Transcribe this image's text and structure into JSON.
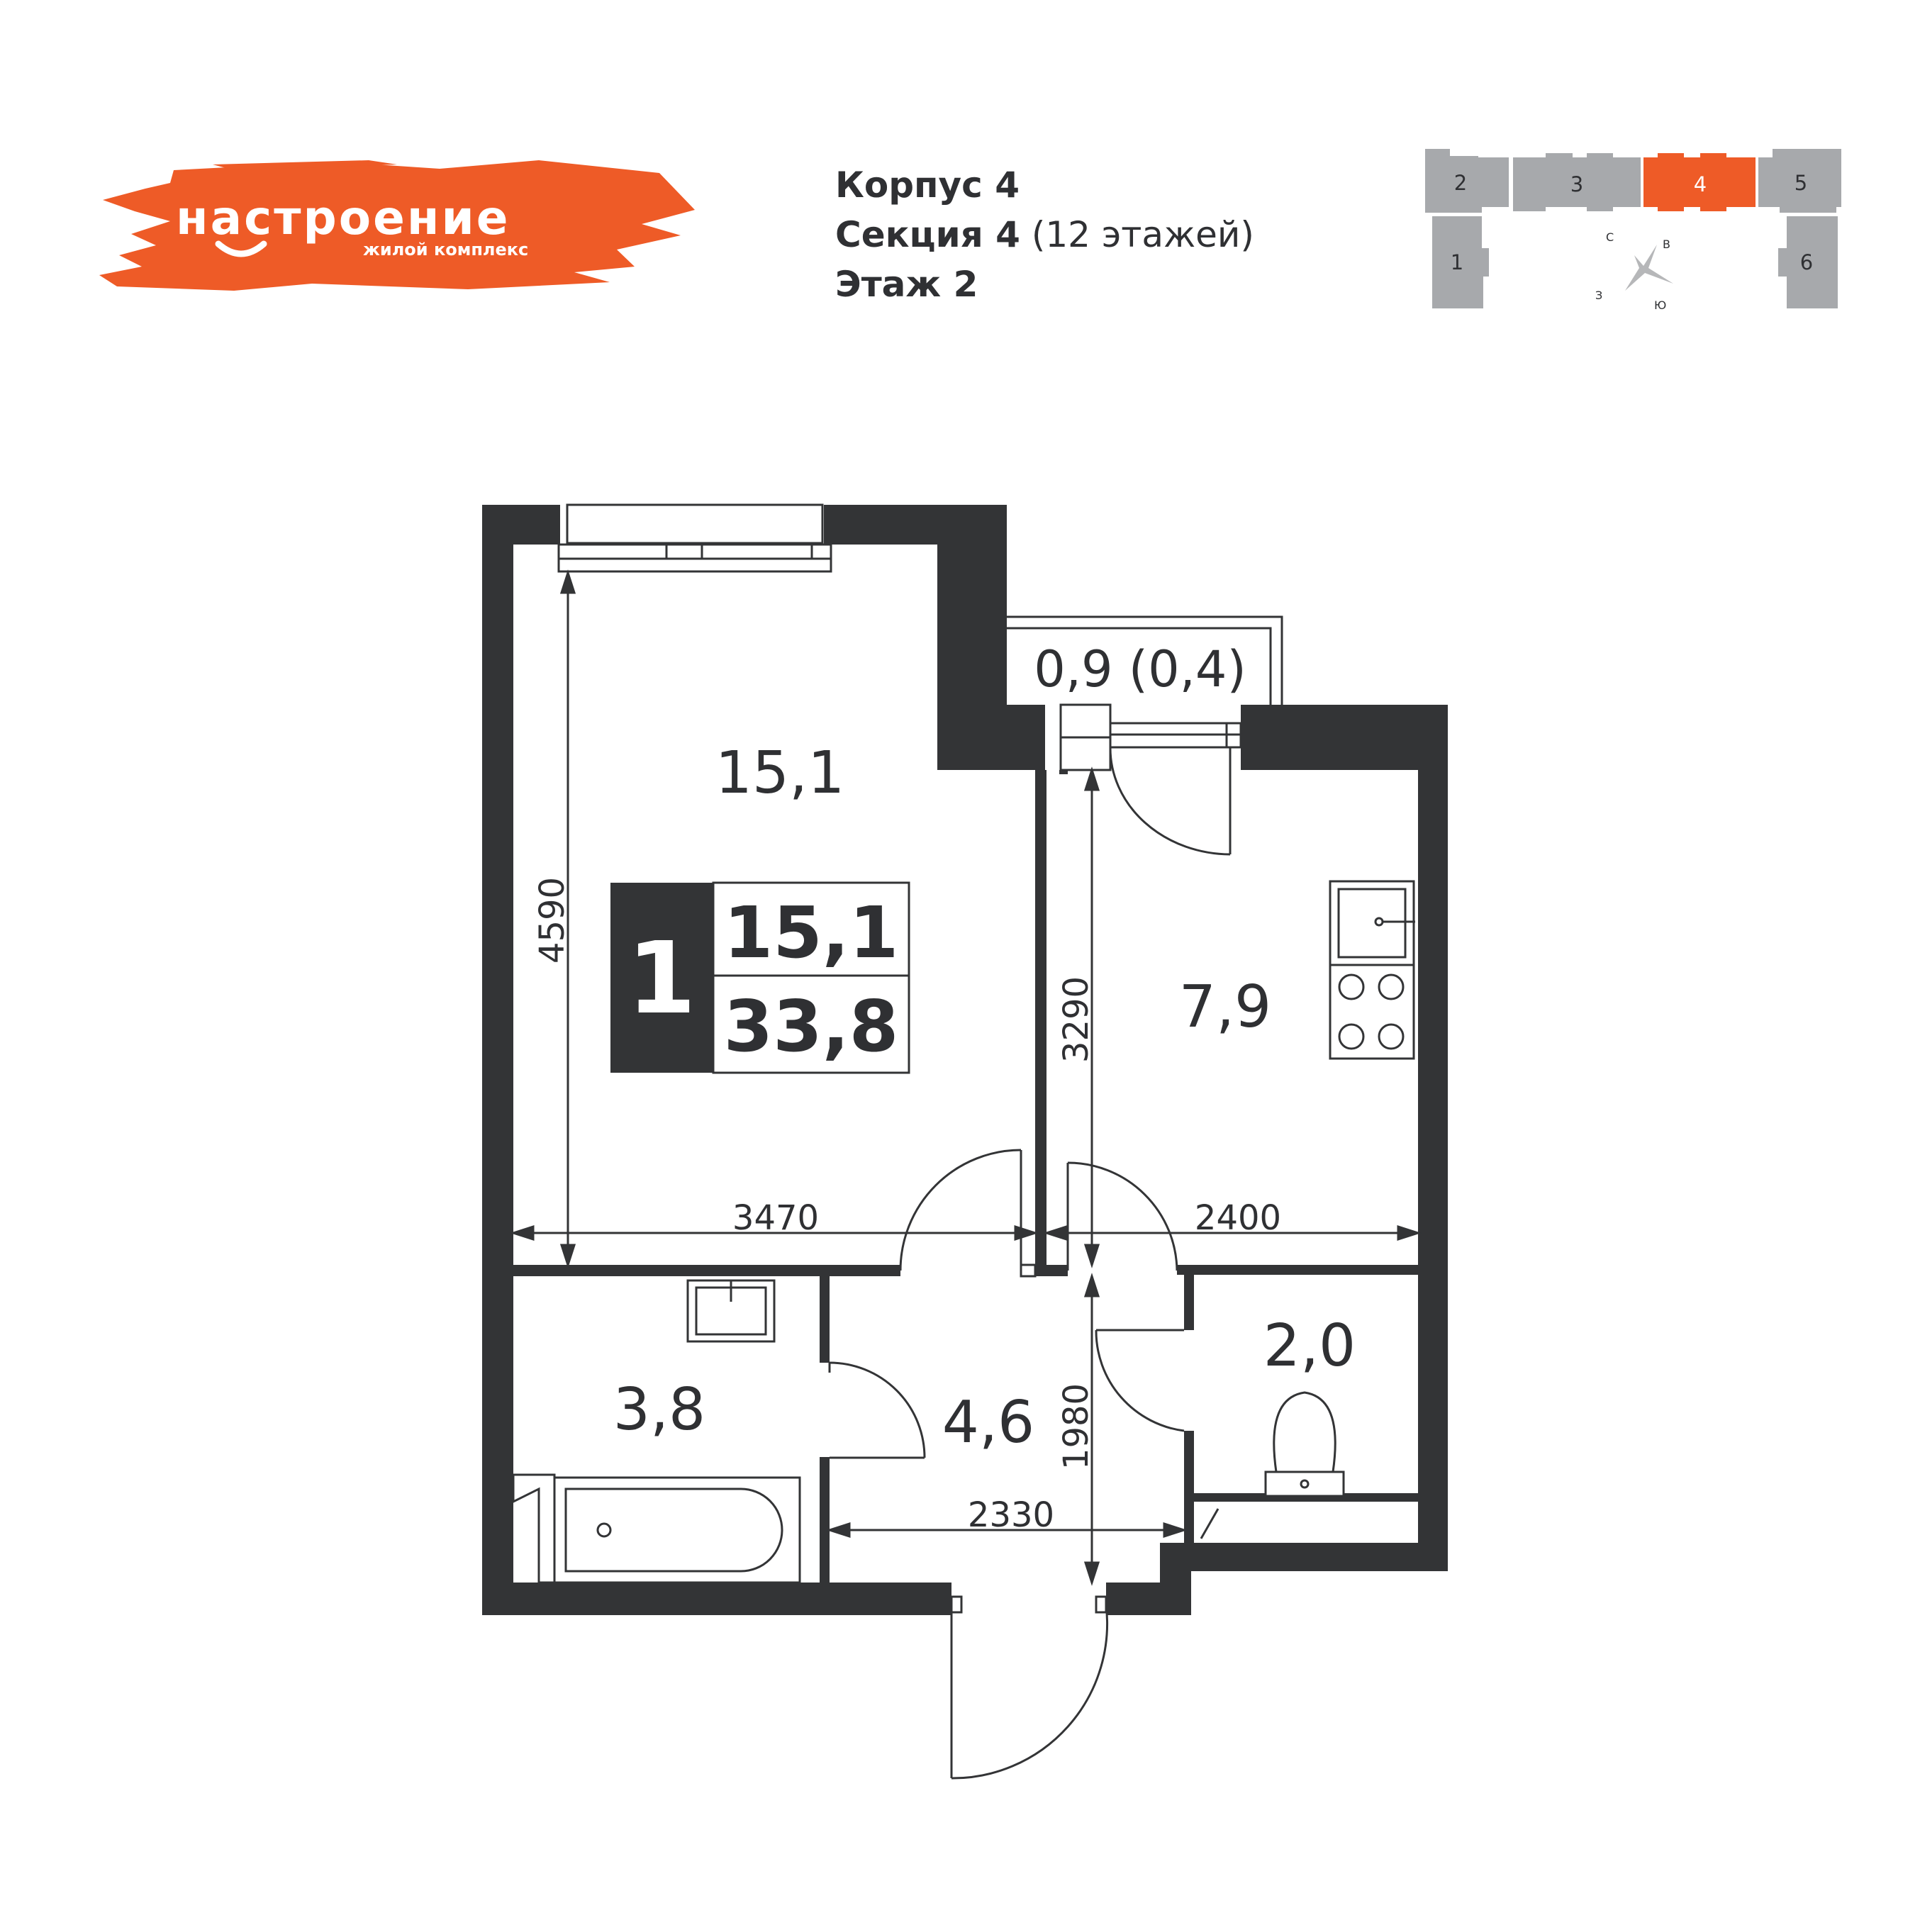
{
  "brand": {
    "name": "настроение",
    "tagline": "жилой комплекс",
    "color": "#ee5b27"
  },
  "header": {
    "building_label": "Корпус 4",
    "section_label": "Секция 4",
    "section_floors": "(12 этажей)",
    "floor_label": "Этаж 2"
  },
  "site_plan": {
    "sections": [
      "1",
      "2",
      "3",
      "4",
      "5",
      "6"
    ],
    "active_section": "4",
    "active_color": "#ee5b27",
    "inactive_color": "#a7a9ac",
    "compass": {
      "n": "С",
      "e": "В",
      "s": "Ю",
      "w": "З"
    }
  },
  "apartment": {
    "rooms_count": "1",
    "living_area": "15,1",
    "total_area": "33,8"
  },
  "rooms": {
    "living": "15,1",
    "kitchen": "7,9",
    "balcony": "0,9 (0,4)",
    "bathroom": "3,8",
    "hall": "4,6",
    "wc": "2,0"
  },
  "dimensions": {
    "living_height": "4590",
    "living_width": "3470",
    "kitchen_height": "3290",
    "kitchen_width": "2400",
    "hall_height": "1980",
    "hall_width": "2330"
  },
  "colors": {
    "wall": "#333436",
    "line": "#333436",
    "text": "#2f3033"
  }
}
